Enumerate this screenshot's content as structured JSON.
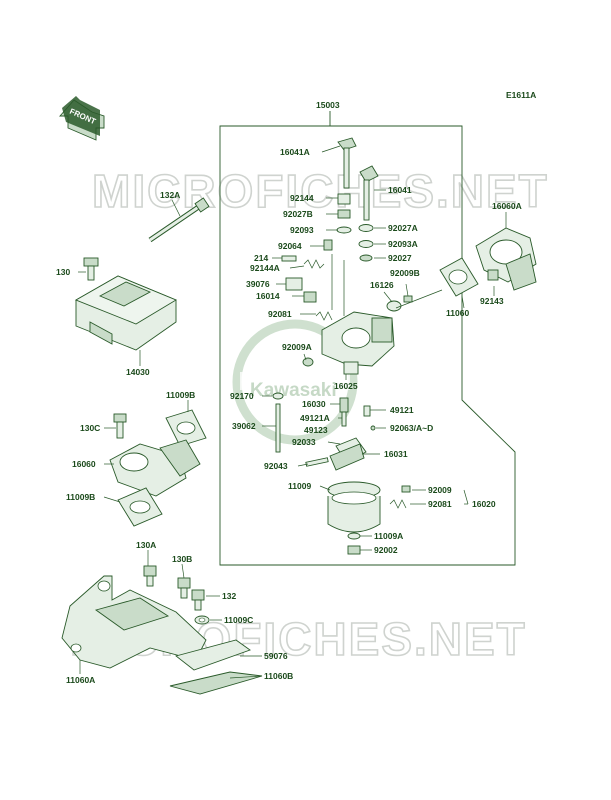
{
  "diagram_code": "E1611A",
  "front_arrow_label": "FRONT",
  "watermark_text": "MICROFICHES.NET",
  "logo_text": "Kawasaki",
  "colors": {
    "ink": "#2a5a2a",
    "fill": "#e5efe5",
    "watermark": "#cfd3cf"
  },
  "labels": {
    "p15003": "15003",
    "p16041A": "16041A",
    "p16041": "16041",
    "p92144": "92144",
    "p92027B": "92027B",
    "p92093": "92093",
    "p92027A": "92027A",
    "p92064": "92064",
    "p92093A": "92093A",
    "p214": "214",
    "p92027": "92027",
    "p92144A": "92144A",
    "p92009B": "92009B",
    "p39076": "39076",
    "p16126": "16126",
    "p16014": "16014",
    "p92081a": "92081",
    "p92009A": "92009A",
    "p16025": "16025",
    "p92170": "92170",
    "p16030": "16030",
    "p49121A": "49121A",
    "p49121": "49121",
    "p39062": "39062",
    "p49123": "49123",
    "p92063": "92063/A~D",
    "p92033": "92033",
    "p16031": "16031",
    "p92043": "92043",
    "p11009": "11009",
    "p92009": "92009",
    "p92081b": "92081",
    "p16020": "16020",
    "p11009A": "11009A",
    "p92002": "92002",
    "p16060A": "16060A",
    "p92143": "92143",
    "p11060": "11060",
    "p132A": "132A",
    "p130": "130",
    "p14030": "14030",
    "p11009B_top": "11009B",
    "p130C": "130C",
    "p16060": "16060",
    "p11009B_bot": "11009B",
    "p130A": "130A",
    "p130B": "130B",
    "p132": "132",
    "p11009C": "11009C",
    "p59076": "59076",
    "p11060A": "11060A",
    "p11060B": "11060B"
  }
}
